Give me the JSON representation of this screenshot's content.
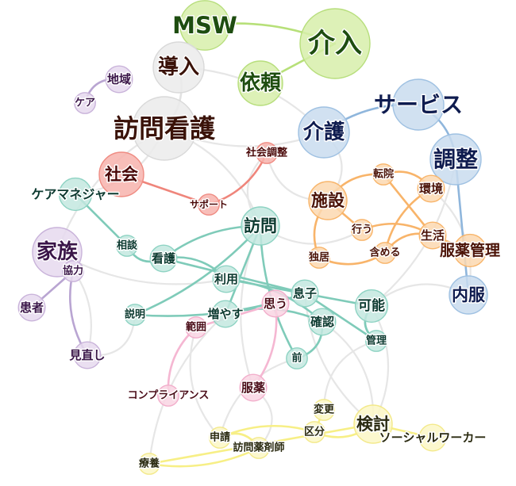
{
  "communities": [
    {
      "id": "lime",
      "node_fill": "#d7eeaa",
      "node_stroke": "#b7de7c",
      "edge": "#b7e079",
      "text": "#1e4d10"
    },
    {
      "id": "blue",
      "node_fill": "#c9dcef",
      "node_stroke": "#9fc1e2",
      "edge": "#8fb6dc",
      "text": "#0f1c4f"
    },
    {
      "id": "purple",
      "node_fill": "#e6d9ee",
      "node_stroke": "#c9b3da",
      "edge": "#b9a5d2",
      "text": "#3a1548"
    },
    {
      "id": "grey",
      "node_fill": "#ebebeb",
      "node_stroke": "#d9d9d9",
      "edge": "#e2e2e2",
      "text": "#3a1208"
    },
    {
      "id": "red",
      "node_fill": "#f7b3ad",
      "node_stroke": "#ef8c83",
      "edge": "#ef857b",
      "text": "#4a0808"
    },
    {
      "id": "orange",
      "node_fill": "#fcd8b0",
      "node_stroke": "#f8b56b",
      "edge": "#f8b46a",
      "text": "#4a1206"
    },
    {
      "id": "teal",
      "node_fill": "#c3e8df",
      "node_stroke": "#8ed3c3",
      "edge": "#7fcbb9",
      "text": "#0c3a30"
    },
    {
      "id": "pink",
      "node_fill": "#f9d5e3",
      "node_stroke": "#f2aecb",
      "edge": "#f5b7d2",
      "text": "#4a0c18"
    },
    {
      "id": "yellow",
      "node_fill": "#fbf7c6",
      "node_stroke": "#f3e98a",
      "edge": "#f7ef86",
      "text": "#2a2a10"
    }
  ],
  "nodes": [
    {
      "id": "msw",
      "label": "MSW",
      "community": "lime",
      "degree": 7
    },
    {
      "id": "kainyu",
      "label": "介入",
      "community": "lime",
      "degree": 10
    },
    {
      "id": "irai",
      "label": "依頼",
      "community": "lime",
      "degree": 7
    },
    {
      "id": "service",
      "label": "サービス",
      "community": "blue",
      "degree": 8
    },
    {
      "id": "kaigo",
      "label": "介護",
      "community": "blue",
      "degree": 7
    },
    {
      "id": "chosei",
      "label": "調整",
      "community": "blue",
      "degree": 8
    },
    {
      "id": "naifuku",
      "label": "内服",
      "community": "blue",
      "degree": 5
    },
    {
      "id": "chiiki",
      "label": "地域",
      "community": "purple",
      "degree": 3
    },
    {
      "id": "care",
      "label": "ケア",
      "community": "purple",
      "degree": 2
    },
    {
      "id": "kazoku",
      "label": "家族",
      "community": "purple",
      "degree": 7
    },
    {
      "id": "kyoryoku",
      "label": "協力",
      "community": "purple",
      "degree": 2
    },
    {
      "id": "kanja",
      "label": "患者",
      "community": "purple",
      "degree": 3
    },
    {
      "id": "minaoshi",
      "label": "見直し",
      "community": "purple",
      "degree": 3
    },
    {
      "id": "donyu",
      "label": "導入",
      "community": "grey",
      "degree": 7
    },
    {
      "id": "houmonkango",
      "label": "訪問看護",
      "community": "grey",
      "degree": 10
    },
    {
      "id": "shakai",
      "label": "社会",
      "community": "red",
      "degree": 6
    },
    {
      "id": "shakaichosei",
      "label": "社会調整",
      "community": "red",
      "degree": 2
    },
    {
      "id": "support",
      "label": "サポート",
      "community": "red",
      "degree": 2
    },
    {
      "id": "shisetsu",
      "label": "施設",
      "community": "orange",
      "degree": 5
    },
    {
      "id": "tenin",
      "label": "転院",
      "community": "orange",
      "degree": 2
    },
    {
      "id": "kankyo",
      "label": "環境",
      "community": "orange",
      "degree": 3
    },
    {
      "id": "okonau",
      "label": "行う",
      "community": "orange",
      "degree": 2
    },
    {
      "id": "seikatsu",
      "label": "生活",
      "community": "orange",
      "degree": 3
    },
    {
      "id": "fukuyakukanri",
      "label": "服薬管理",
      "community": "orange",
      "degree": 4
    },
    {
      "id": "dokkyo",
      "label": "独居",
      "community": "orange",
      "degree": 2
    },
    {
      "id": "fukumeru",
      "label": "含める",
      "community": "orange",
      "degree": 2
    },
    {
      "id": "caremanager",
      "label": "ケアマネジャー",
      "community": "teal",
      "degree": 4
    },
    {
      "id": "houmon",
      "label": "訪問",
      "community": "teal",
      "degree": 5
    },
    {
      "id": "sodan",
      "label": "相談",
      "community": "teal",
      "degree": 2
    },
    {
      "id": "kango",
      "label": "看護",
      "community": "teal",
      "degree": 3
    },
    {
      "id": "riyo",
      "label": "利用",
      "community": "teal",
      "degree": 3
    },
    {
      "id": "musuko",
      "label": "息子",
      "community": "teal",
      "degree": 3
    },
    {
      "id": "kano",
      "label": "可能",
      "community": "teal",
      "degree": 4
    },
    {
      "id": "setsumei",
      "label": "説明",
      "community": "teal",
      "degree": 2
    },
    {
      "id": "fuyasu",
      "label": "増やす",
      "community": "teal",
      "degree": 3
    },
    {
      "id": "kakunin",
      "label": "確認",
      "community": "teal",
      "degree": 3
    },
    {
      "id": "kanri",
      "label": "管理",
      "community": "teal",
      "degree": 2
    },
    {
      "id": "mae",
      "label": "前",
      "community": "teal",
      "degree": 2
    },
    {
      "id": "omou",
      "label": "思う",
      "community": "pink",
      "degree": 3
    },
    {
      "id": "hani",
      "label": "範囲",
      "community": "pink",
      "degree": 2
    },
    {
      "id": "fukuyaku",
      "label": "服薬",
      "community": "pink",
      "degree": 3
    },
    {
      "id": "compliance",
      "label": "コンプライアンス",
      "community": "pink",
      "degree": 2
    },
    {
      "id": "henko",
      "label": "変更",
      "community": "yellow",
      "degree": 2
    },
    {
      "id": "kento",
      "label": "検討",
      "community": "yellow",
      "degree": 5
    },
    {
      "id": "kubun",
      "label": "区分",
      "community": "yellow",
      "degree": 2
    },
    {
      "id": "shinsei",
      "label": "申請",
      "community": "yellow",
      "degree": 2
    },
    {
      "id": "houmonyakuzaishi",
      "label": "訪問薬剤師",
      "community": "yellow",
      "degree": 2
    },
    {
      "id": "socialworker",
      "label": "ソーシャルワーカー",
      "community": "yellow",
      "degree": 3
    },
    {
      "id": "ryoyo",
      "label": "療養",
      "community": "yellow",
      "degree": 2
    }
  ],
  "edges": [
    {
      "s": "msw",
      "t": "kainyu",
      "c": "lime"
    },
    {
      "s": "irai",
      "t": "kainyu",
      "c": "lime"
    },
    {
      "s": "service",
      "t": "kaigo",
      "c": "blue"
    },
    {
      "s": "service",
      "t": "chosei",
      "c": "blue"
    },
    {
      "s": "chosei",
      "t": "naifuku",
      "c": "blue"
    },
    {
      "s": "chiiki",
      "t": "care",
      "c": "purple"
    },
    {
      "s": "kazoku",
      "t": "kyoryoku",
      "c": "purple"
    },
    {
      "s": "kyoryoku",
      "t": "kanja",
      "c": "purple"
    },
    {
      "s": "kyoryoku",
      "t": "minaoshi",
      "c": "purple"
    },
    {
      "s": "donyu",
      "t": "houmonkango",
      "c": "grey"
    },
    {
      "s": "shakai",
      "t": "support",
      "c": "red"
    },
    {
      "s": "support",
      "t": "shakaichosei",
      "c": "red"
    },
    {
      "s": "shisetsu",
      "t": "tenin",
      "c": "orange"
    },
    {
      "s": "shisetsu",
      "t": "okonau",
      "c": "orange"
    },
    {
      "s": "shisetsu",
      "t": "dokkyo",
      "c": "orange"
    },
    {
      "s": "tenin",
      "t": "kankyo",
      "c": "orange"
    },
    {
      "s": "tenin",
      "t": "seikatsu",
      "c": "orange"
    },
    {
      "s": "kankyo",
      "t": "fukumeru",
      "c": "orange"
    },
    {
      "s": "okonau",
      "t": "seikatsu",
      "c": "orange"
    },
    {
      "s": "seikatsu",
      "t": "fukuyakukanri",
      "c": "orange"
    },
    {
      "s": "dokkyo",
      "t": "fukumeru",
      "c": "orange"
    },
    {
      "s": "fukumeru",
      "t": "seikatsu",
      "c": "orange"
    },
    {
      "s": "caremanager",
      "t": "sodan",
      "c": "teal"
    },
    {
      "s": "sodan",
      "t": "kango",
      "c": "teal"
    },
    {
      "s": "kango",
      "t": "riyo",
      "c": "teal"
    },
    {
      "s": "kango",
      "t": "musuko",
      "c": "teal"
    },
    {
      "s": "houmon",
      "t": "kango",
      "c": "teal"
    },
    {
      "s": "houmon",
      "t": "setsumei",
      "c": "teal"
    },
    {
      "s": "houmon",
      "t": "fuyasu",
      "c": "teal"
    },
    {
      "s": "houmon",
      "t": "mae",
      "c": "teal"
    },
    {
      "s": "riyo",
      "t": "kakunin",
      "c": "teal"
    },
    {
      "s": "riyo",
      "t": "kano",
      "c": "teal"
    },
    {
      "s": "setsumei",
      "t": "musuko",
      "c": "teal"
    },
    {
      "s": "fuyasu",
      "t": "kakunin",
      "c": "teal"
    },
    {
      "s": "musuko",
      "t": "kanri",
      "c": "teal"
    },
    {
      "s": "kano",
      "t": "kanri",
      "c": "teal"
    },
    {
      "s": "kakunin",
      "t": "mae",
      "c": "teal"
    },
    {
      "s": "omou",
      "t": "hani",
      "c": "pink"
    },
    {
      "s": "hani",
      "t": "compliance",
      "c": "pink"
    },
    {
      "s": "omou",
      "t": "fukuyaku",
      "c": "pink"
    },
    {
      "s": "henko",
      "t": "kubun",
      "c": "yellow"
    },
    {
      "s": "kubun",
      "t": "shinsei",
      "c": "yellow"
    },
    {
      "s": "shinsei",
      "t": "houmonyakuzaishi",
      "c": "yellow"
    },
    {
      "s": "kento",
      "t": "socialworker",
      "c": "yellow"
    },
    {
      "s": "kubun",
      "t": "kento",
      "c": "yellow"
    },
    {
      "s": "houmonyakuzaishi",
      "t": "ryoyo",
      "c": "yellow"
    },
    {
      "s": "kento",
      "t": "ryoyo",
      "c": "yellow"
    }
  ],
  "background_edges": [
    {
      "s": "donyu",
      "t": "kaigo"
    },
    {
      "s": "houmonkango",
      "t": "kaigo"
    },
    {
      "s": "houmonkango",
      "t": "houmon"
    },
    {
      "s": "houmonkango",
      "t": "kazoku"
    },
    {
      "s": "kaigo",
      "t": "shisetsu"
    },
    {
      "s": "houmon",
      "t": "okonau"
    },
    {
      "s": "chosei",
      "t": "kano"
    },
    {
      "s": "kazoku",
      "t": "riyo"
    },
    {
      "s": "kazoku",
      "t": "minaoshi"
    },
    {
      "s": "houmon",
      "t": "fukuyaku"
    },
    {
      "s": "kakunin",
      "t": "kento"
    },
    {
      "s": "naifuku",
      "t": "kano"
    },
    {
      "s": "kano",
      "t": "kento"
    },
    {
      "s": "mae",
      "t": "shinsei"
    },
    {
      "s": "fukuyaku",
      "t": "houmonyakuzaishi"
    },
    {
      "s": "fuyasu",
      "t": "ryoyo"
    },
    {
      "s": "shisetsu",
      "t": "shakaichosei"
    },
    {
      "s": "caremanager",
      "t": "houmonkango"
    },
    {
      "s": "setsumei",
      "t": "minaoshi"
    },
    {
      "s": "musuko",
      "t": "kento"
    },
    {
      "s": "kankyo",
      "t": "naifuku"
    },
    {
      "s": "kanri",
      "t": "henko"
    },
    {
      "s": "houmon",
      "t": "shakaichosei"
    },
    {
      "s": "hani",
      "t": "shinsei"
    }
  ]
}
